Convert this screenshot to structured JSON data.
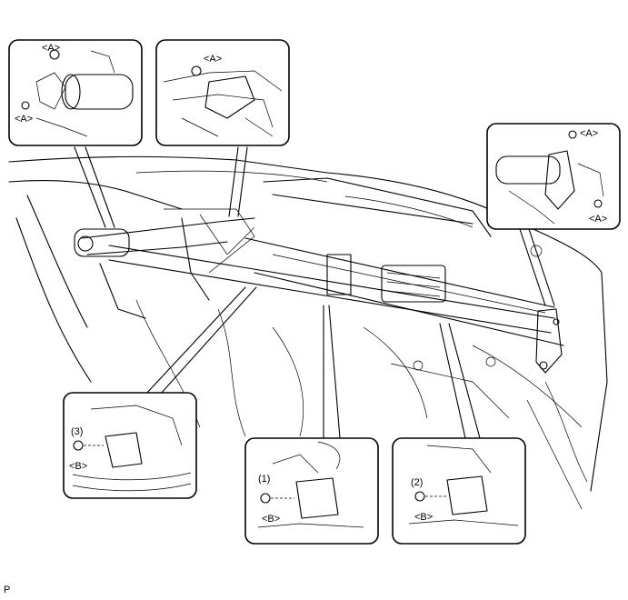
{
  "callouts": {
    "top_left": {
      "labels": [
        "<A>",
        "<A>"
      ]
    },
    "top_center": {
      "labels": [
        "<A>"
      ]
    },
    "right": {
      "labels": [
        "<A>",
        "<A>"
      ]
    },
    "bottom_left": {
      "step": "(3)",
      "label": "<B>"
    },
    "bottom_center": {
      "step": "(1)",
      "label": "<B>"
    },
    "bottom_right": {
      "step": "(2)",
      "label": "<B>"
    }
  },
  "figure_id": "P"
}
